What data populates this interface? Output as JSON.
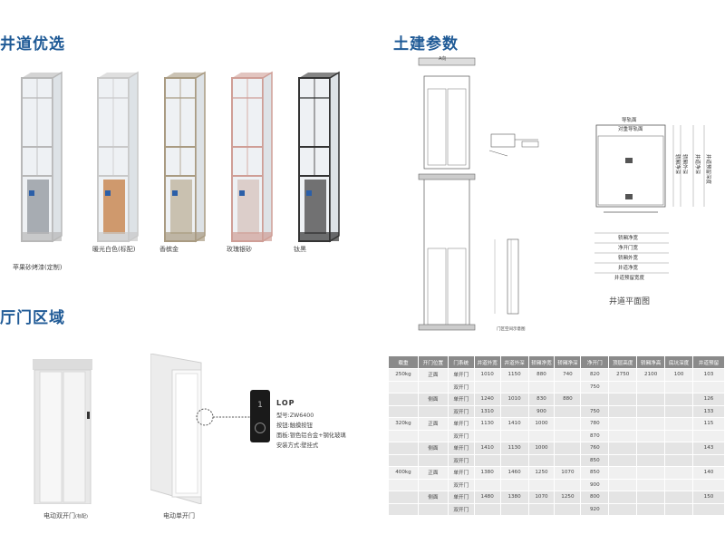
{
  "sections": {
    "shaft_title": "井道优选",
    "civil_title": "土建参数",
    "hall_title": "厅门区域"
  },
  "shafts": [
    {
      "label": "苹果砂烤漆(定制)",
      "frame": "#b8b8b8",
      "car": "#9aa0a6"
    },
    {
      "label": "暖光白色(标配)",
      "frame": "#c9c9c9",
      "car": "#c98a55"
    },
    {
      "label": "香槟金",
      "frame": "#a99b82",
      "car": "#c2b8a3"
    },
    {
      "label": "玫瑰银砂",
      "frame": "#cf9e96",
      "car": "#d8c8c2"
    },
    {
      "label": "钛黑",
      "frame": "#333333",
      "car": "#5a5a5a"
    }
  ],
  "hall_doors": [
    {
      "label": "电动双开门",
      "note": "(标配)"
    },
    {
      "label": "电动单开门",
      "note": ""
    }
  ],
  "lop": {
    "title": "LOP",
    "lines": [
      "型号:ZW6400",
      "按钮:触摸按钮",
      "面板:银色铝合金+钢化玻璃",
      "安装方式:壁挂式"
    ],
    "display": "1"
  },
  "drawings": {
    "plan_caption": "井道平面图",
    "plan_labels": [
      "导轨面",
      "对重导轨面",
      "轿厢净宽",
      "净开门宽",
      "轿厢外宽",
      "井道净宽",
      "井道预留宽度",
      "轿厢净深",
      "轿厢外深",
      "井道净深",
      "井道预留深度"
    ],
    "section_note": "门区空间示意图",
    "section_top": "A向"
  },
  "table": {
    "headers": [
      "载重",
      "开门位置",
      "门系统",
      "井道外宽",
      "井道外深",
      "轿厢净宽",
      "轿厢净深",
      "净开门",
      "顶层高度",
      "轿厢净高",
      "底坑深度",
      "井道预留"
    ],
    "rows": [
      [
        "250kg",
        "正面",
        "单开门",
        "1010",
        "1150",
        "880",
        "740",
        "820",
        "2750",
        "2100",
        "100",
        "103"
      ],
      [
        "",
        "",
        "双开门",
        "",
        "",
        "",
        "",
        "750",
        "",
        "",
        "",
        ""
      ],
      [
        "",
        "侧面",
        "单开门",
        "1240",
        "1010",
        "830",
        "880",
        "",
        "",
        "",
        "",
        "126"
      ],
      [
        "",
        "",
        "双开门",
        "1310",
        "",
        "900",
        "",
        "750",
        "",
        "",
        "",
        "133"
      ],
      [
        "320kg",
        "正面",
        "单开门",
        "1130",
        "1410",
        "1000",
        "",
        "780",
        "",
        "",
        "",
        "115"
      ],
      [
        "",
        "",
        "双开门",
        "",
        "",
        "",
        "",
        "870",
        "",
        "",
        "",
        ""
      ],
      [
        "",
        "侧面",
        "单开门",
        "1410",
        "1130",
        "1000",
        "",
        "760",
        "",
        "",
        "",
        "143"
      ],
      [
        "",
        "",
        "双开门",
        "",
        "",
        "",
        "",
        "850",
        "",
        "",
        "",
        ""
      ],
      [
        "400kg",
        "正面",
        "单开门",
        "1380",
        "1460",
        "1250",
        "1070",
        "850",
        "",
        "",
        "",
        "140"
      ],
      [
        "",
        "",
        "双开门",
        "",
        "",
        "",
        "",
        "900",
        "",
        "",
        "",
        ""
      ],
      [
        "",
        "侧面",
        "单开门",
        "1480",
        "1380",
        "1070",
        "1250",
        "800",
        "",
        "",
        "",
        "150"
      ],
      [
        "",
        "",
        "双开门",
        "",
        "",
        "",
        "",
        "920",
        "",
        "",
        "",
        ""
      ]
    ]
  }
}
